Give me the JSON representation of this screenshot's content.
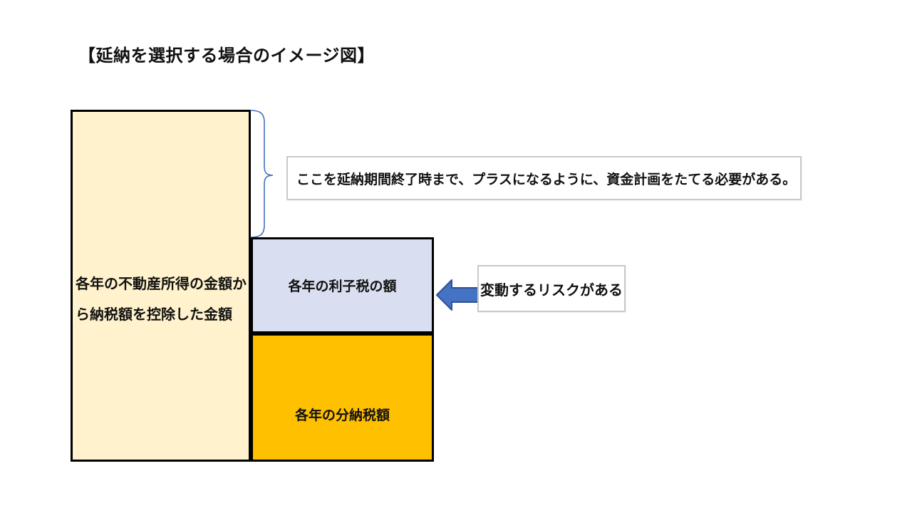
{
  "title": "【延納を選択する場合のイメージ図】",
  "diagram": {
    "income_box": {
      "label": "各年の不動産所得の金額から納税額を控除した金額",
      "lines": [
        "各年の不動産所得の金額か",
        "ら納税額を控除した金額"
      ]
    },
    "interest_box": {
      "label": "各年の利子税の額"
    },
    "installment_box": {
      "label": "各年の分納税額"
    },
    "planning_note": {
      "text": "ここを延納期間終了時まで、プラスになるように、資金計画をたてる必要がある。"
    },
    "risk_note": {
      "text": "変動するリスクがある"
    },
    "arrow": {
      "direction": "left"
    }
  },
  "colors": {
    "income_fill": "#FFF2CC",
    "interest_fill": "#D9DFF0",
    "installment_fill": "#FFC000",
    "shape_border": "#000000",
    "accent_blue": "#4472C4",
    "arrow_outline": "#2F528F",
    "note_border": "#C9C9C9",
    "text": "#111111"
  }
}
